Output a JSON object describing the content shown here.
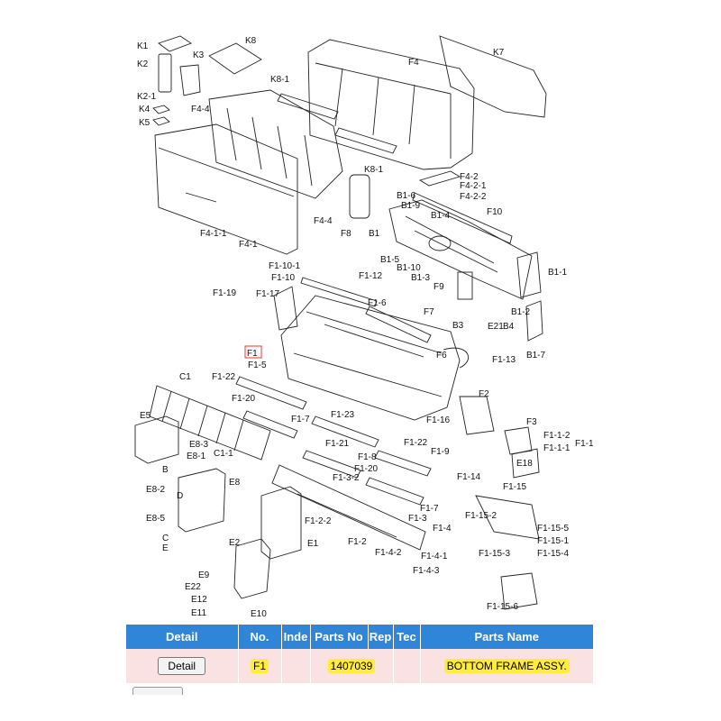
{
  "diagram": {
    "labels": [
      "K1",
      "K2",
      "K2-1",
      "K4",
      "K5",
      "K3",
      "K8",
      "K8-1",
      "F4",
      "K7",
      "F4-4",
      "F4-1-1",
      "F4-1",
      "K8-1",
      "F4-4",
      "F8",
      "F4-2",
      "F4-2-1",
      "F4-2-2",
      "B1-6",
      "F10",
      "B1-9",
      "B1-4",
      "B1",
      "B1-5",
      "B1-10",
      "B1-3",
      "B1-1",
      "F9",
      "B1-2",
      "B3",
      "E21",
      "B4",
      "B1-7",
      "F1-10-1",
      "F1-10",
      "F1-12",
      "F1-19",
      "F1-17",
      "F1-6",
      "F7",
      "F1",
      "F1-5",
      "F6",
      "F1-13",
      "C1",
      "F1-22",
      "F2",
      "F1-20",
      "F1-7",
      "F1-23",
      "F1-16",
      "F3",
      "F1-1-2",
      "F1-1-1",
      "F1-1",
      "E5",
      "E8-3",
      "E8-1",
      "C1-1",
      "F1-21",
      "F1-22",
      "F1-9",
      "F1-8",
      "F1-20",
      "E18",
      "F1-14",
      "B",
      "D",
      "E8-2",
      "E8",
      "F1-3-2",
      "F1-15",
      "E8-5",
      "C",
      "E",
      "F1-7",
      "F1-3",
      "F1-15-2",
      "F1-15-5",
      "F1-15-1",
      "F1-15-3",
      "F1-15-4",
      "F1-2-2",
      "F1-4",
      "E2",
      "E1",
      "F1-2",
      "F1-4-2",
      "F1-4-1",
      "F1-4-3",
      "E9",
      "E22",
      "E12",
      "E11",
      "E10",
      "F1-15-6"
    ]
  },
  "table": {
    "headers": [
      "Detail",
      "No.",
      "Inde",
      "Parts No",
      "Rep",
      "Tec",
      "Parts Name"
    ],
    "row": {
      "detail_button": "Detail",
      "no": "F1",
      "parts_no": "1407039",
      "parts_name": "BOTTOM FRAME ASSY."
    }
  }
}
